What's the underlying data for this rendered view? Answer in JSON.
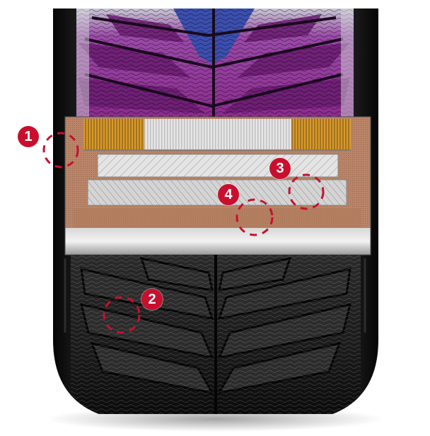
{
  "callouts": [
    {
      "id": "1",
      "label": "1"
    },
    {
      "id": "2",
      "label": "2"
    },
    {
      "id": "3",
      "label": "3"
    },
    {
      "id": "4",
      "label": "4"
    }
  ],
  "colors": {
    "accent": "#c8102e",
    "tread_top_purple": "#8a2a8c",
    "tread_top_blue": "#3b4fb0",
    "cap_gold": "#d99a2a",
    "copper_layer": "#b07a5c",
    "tire_black": "#141414"
  },
  "icons": {
    "callout_marker": "dashed-circle-icon"
  }
}
